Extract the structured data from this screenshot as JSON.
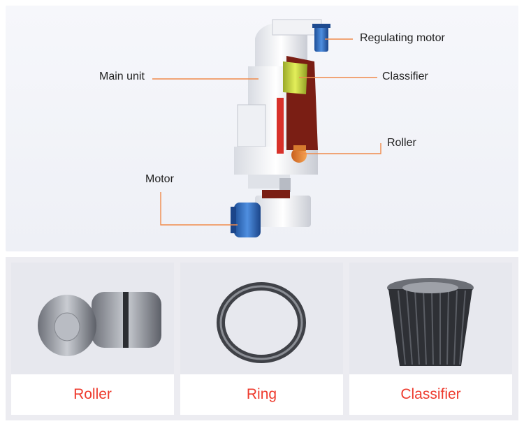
{
  "callouts": {
    "regulating_motor": "Regulating motor",
    "classifier": "Classifier",
    "main_unit": "Main unit",
    "roller": "Roller",
    "motor": "Motor"
  },
  "cards": [
    {
      "caption": "Roller",
      "icon": "roller-icon"
    },
    {
      "caption": "Ring",
      "icon": "ring-icon"
    },
    {
      "caption": "Classifier",
      "icon": "classifier-icon"
    }
  ],
  "colors": {
    "leader_line": "#f08a4a",
    "caption_text": "#ee3b2e",
    "motor_blue": "#2f6fc2",
    "classifier_green": "#c8d83a",
    "housing_red": "#7a1e14"
  }
}
